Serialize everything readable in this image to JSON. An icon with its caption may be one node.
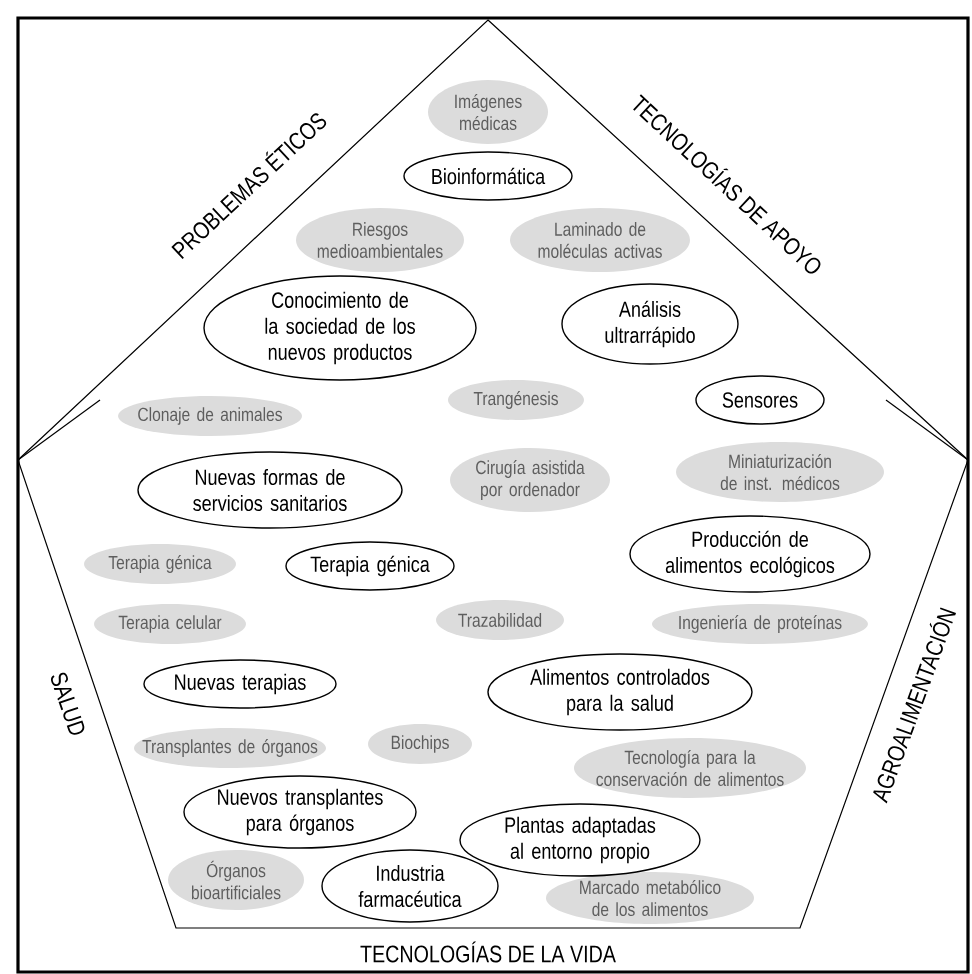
{
  "diagram": {
    "nodes": [
      {
        "text": [
          "Imágenes médicas"
        ]
      },
      {
        "text": [
          "Bioinformática"
        ]
      },
      {
        "text": [
          "Riesgos medioambientales"
        ]
      },
      {
        "text": [
          "Laminado de moléculas activas"
        ]
      },
      {
        "text": [
          "Conocimiento de la sociedad de los nuevos productos"
        ]
      },
      {
        "text": [
          "Análisis ultrarrápido"
        ]
      },
      {
        "text": [
          "Trangénesis"
        ]
      },
      {
        "text": [
          "Sensores"
        ]
      },
      {
        "text": [
          "Clonaje de animales"
        ]
      },
      {
        "text": [
          "Nuevas formas de servicios sanitarios"
        ]
      },
      {
        "text": [
          "Miniaturización de inst. médicos"
        ]
      },
      {
        "text": [
          "Terapia génica"
        ]
      },
      {
        "text": [
          "Cirugía asistida por ordenador"
        ]
      },
      {
        "text": [
          "Producción de alimentos ecológicos"
        ]
      },
      {
        "text": [
          "Terapia génica"
        ]
      },
      {
        "text": [
          "Ingeniería de proteínas"
        ]
      },
      {
        "text": [
          "Terapia celular"
        ]
      },
      {
        "text": [
          "Trazabilidad"
        ]
      },
      {
        "text": [
          "Nuevas terapias"
        ]
      },
      {
        "text": [
          "Alimentos controlados para la salud"
        ]
      },
      {
        "text": [
          "Tecnología para la conservación de alimentos"
        ]
      },
      {
        "text": [
          "Transplantes de órganos"
        ]
      },
      {
        "text": [
          "Biochips"
        ]
      },
      {
        "text": [
          "Nuevos transplantes para órganos"
        ]
      },
      {
        "text": [
          "Plantas adaptadas al entorno propio"
        ]
      },
      {
        "text": [
          "Órganos bioartificiales"
        ]
      },
      {
        "text": [
          "Industria farmacéutica"
        ]
      },
      {
        "text": [
          "Marcado metabólico de los alimentos"
        ]
      }
    ],
    "labels": [
      "PROBLEMAS ÉTICOS",
      "TECNOLOGÍAS DE APOYO",
      "SALUD",
      "AGROALIMENTACIÓN",
      "TECNOLOGÍAS DE LA VIDA"
    ]
  }
}
